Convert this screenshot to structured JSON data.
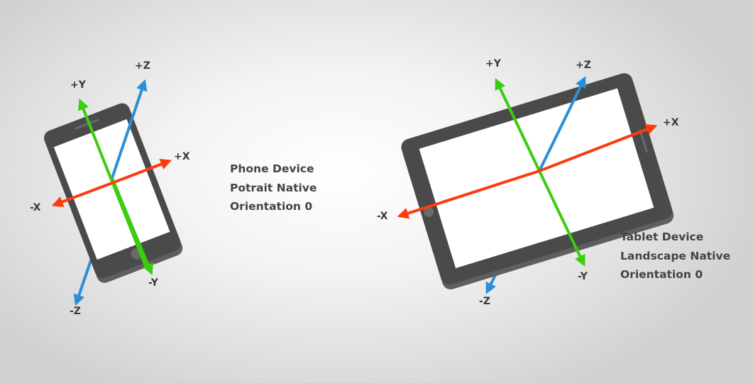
{
  "phone": {
    "caption": [
      "Phone Device",
      "Potrait Native",
      "Orientation 0"
    ],
    "axes": {
      "plus_x": "+X",
      "minus_x": "-X",
      "plus_y": "+Y",
      "minus_y": "-Y",
      "plus_z": "+Z",
      "minus_z": "-Z"
    }
  },
  "tablet": {
    "caption": [
      "Tablet Device",
      "Landscape Native",
      "Orientation 0"
    ],
    "axes": {
      "plus_x": "+X",
      "minus_x": "-X",
      "plus_y": "+Y",
      "minus_y": "-Y",
      "plus_z": "+Z",
      "minus_z": "-Z"
    }
  },
  "colors": {
    "x_axis": "#fa3c0f",
    "y_axis": "#3ccc12",
    "z_axis": "#2a8fd6",
    "device_body": "#4a4a4a",
    "device_edge": "#5f5f5f",
    "screen": "#ffffff"
  }
}
